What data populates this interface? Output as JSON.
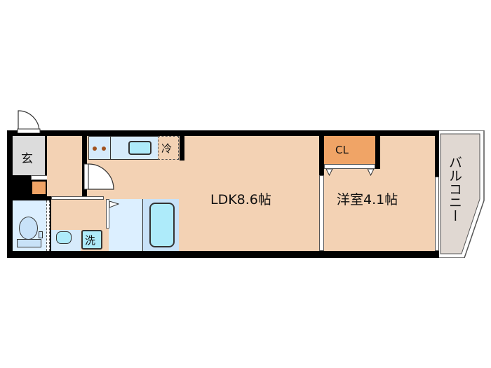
{
  "floorplan": {
    "rooms": {
      "ldk": {
        "label": "LDK8.6帖"
      },
      "western_room": {
        "label": "洋室4.1帖"
      },
      "closet": {
        "label": "CL"
      },
      "entrance": {
        "label": "玄"
      },
      "balcony": {
        "label": "バルコニー"
      },
      "washer": {
        "label": "洗"
      },
      "fridge": {
        "label": "冷"
      }
    },
    "colors": {
      "room": "#F3D2B4",
      "closet": "#F0A466",
      "bath": "#DCEFFF",
      "fixture": "#AEEBFA",
      "entrance": "#DCDCDC",
      "balcony": "#E0D8D2",
      "wall": "#000000"
    }
  }
}
